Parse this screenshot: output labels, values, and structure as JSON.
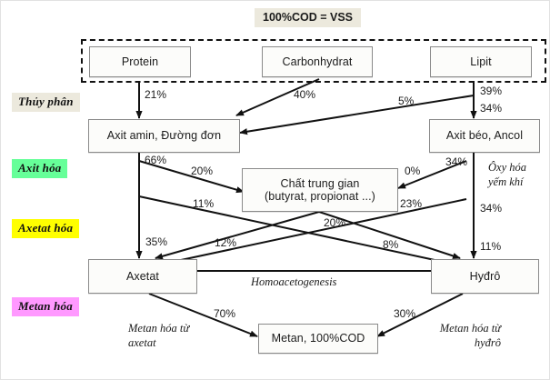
{
  "title_chip": {
    "text": "100%COD = VSS",
    "bg": "#ece9dd"
  },
  "stage_labels": [
    {
      "name": "hydrolysis",
      "text": "Thủy phân",
      "bg": "#ece9dd"
    },
    {
      "name": "acidogenesis",
      "text": "Axit hóa",
      "bg": "#66ff99"
    },
    {
      "name": "acetogenesis",
      "text": "Axetat hóa",
      "bg": "#ffff00"
    },
    {
      "name": "methanogenesis",
      "text": "Metan hóa",
      "bg": "#ff99ff"
    }
  ],
  "nodes": {
    "protein": "Protein",
    "carbonhydrat": "Carbonhydrat",
    "lipit": "Lipit",
    "axit_amin": "Axit amin, Đường đơn",
    "axit_beo": "Axit béo, Ancol",
    "chat_trung_gian_line1": "Chất trung gian",
    "chat_trung_gian_line2": "(butyrat, propionat ...)",
    "axetat": "Axetat",
    "hydro": "Hyđrô",
    "metan": "Metan, 100%COD"
  },
  "notes": {
    "oxy_hoa_yem_khi": "Ôxy hóa\nyếm khí",
    "homoacetogenesis": "Homoacetogenesis",
    "metan_tu_axetat": "Metan hóa từ\naxetat",
    "metan_tu_hydro": "Metan hóa từ\nhyđrô"
  },
  "percentages": [
    {
      "name": "protein-to-aminoacid",
      "value": "21%"
    },
    {
      "name": "carbonhydrat-to-sugar",
      "value": "40%"
    },
    {
      "name": "lipit-to-aminoacid",
      "value": "5%"
    },
    {
      "name": "lipit-total",
      "value": "39%"
    },
    {
      "name": "lipit-to-fattyacid",
      "value": "34%"
    },
    {
      "name": "aminoacid-total",
      "value": "66%"
    },
    {
      "name": "aminoacid-to-intermediate",
      "value": "20%"
    },
    {
      "name": "aminoacid-to-hydro",
      "value": "11%"
    },
    {
      "name": "aminoacid-to-axetat",
      "value": "35%"
    },
    {
      "name": "fattyacid-to-intermediate",
      "value": "0%"
    },
    {
      "name": "fattyacid-total",
      "value": "34%"
    },
    {
      "name": "fattyacid-branch",
      "value": "34%"
    },
    {
      "name": "fattyacid-to-axetat",
      "value": "23%"
    },
    {
      "name": "fattyacid-to-hydro",
      "value": "11%"
    },
    {
      "name": "intermediate-total",
      "value": "20%"
    },
    {
      "name": "intermediate-to-axetat",
      "value": "12%"
    },
    {
      "name": "intermediate-to-hydro",
      "value": "8%"
    },
    {
      "name": "axetat-to-metan",
      "value": "70%"
    },
    {
      "name": "hydro-to-metan",
      "value": "30%"
    }
  ],
  "chart_data": {
    "type": "diagram",
    "title": "100%COD = VSS",
    "stages": [
      "Thủy phân",
      "Axit hóa",
      "Axetat hóa",
      "Metan hóa"
    ],
    "nodes": [
      "Protein",
      "Carbonhydrat",
      "Lipit",
      "Axit amin, Đường đơn",
      "Axit béo, Ancol",
      "Chất trung gian (butyrat, propionat ...)",
      "Axetat",
      "Hyđrô",
      "Metan, 100%COD"
    ],
    "flows": [
      {
        "from": "Protein",
        "to": "Axit amin, Đường đơn",
        "value": 21
      },
      {
        "from": "Carbonhydrat",
        "to": "Axit amin, Đường đơn",
        "value": 40
      },
      {
        "from": "Lipit",
        "to": "Axit amin, Đường đơn",
        "value": 5
      },
      {
        "from": "Lipit",
        "to": "Axit béo, Ancol",
        "value": 34
      },
      {
        "from": "Lipit",
        "to": "(total)",
        "value": 39
      },
      {
        "from": "Axit amin, Đường đơn",
        "to": "(total)",
        "value": 66
      },
      {
        "from": "Axit amin, Đường đơn",
        "to": "Chất trung gian",
        "value": 20
      },
      {
        "from": "Axit amin, Đường đơn",
        "to": "Hyđrô",
        "value": 11
      },
      {
        "from": "Axit amin, Đường đơn",
        "to": "Axetat",
        "value": 35
      },
      {
        "from": "Axit béo, Ancol",
        "to": "Chất trung gian",
        "value": 0
      },
      {
        "from": "Axit béo, Ancol",
        "to": "(total)",
        "value": 34
      },
      {
        "from": "Axit béo, Ancol",
        "to": "Axetat",
        "value": 23
      },
      {
        "from": "Axit béo, Ancol",
        "to": "Hyđrô",
        "value": 11
      },
      {
        "from": "Chất trung gian",
        "to": "(total)",
        "value": 20
      },
      {
        "from": "Chất trung gian",
        "to": "Axetat",
        "value": 12
      },
      {
        "from": "Chất trung gian",
        "to": "Hyđrô",
        "value": 8
      },
      {
        "from": "Axetat",
        "to": "Metan, 100%COD",
        "value": 70
      },
      {
        "from": "Hyđrô",
        "to": "Metan, 100%COD",
        "value": 30
      },
      {
        "from": "Axetat",
        "to": "Hyđrô",
        "value": null,
        "label": "Homoacetogenesis",
        "bidirectional": true
      }
    ]
  }
}
